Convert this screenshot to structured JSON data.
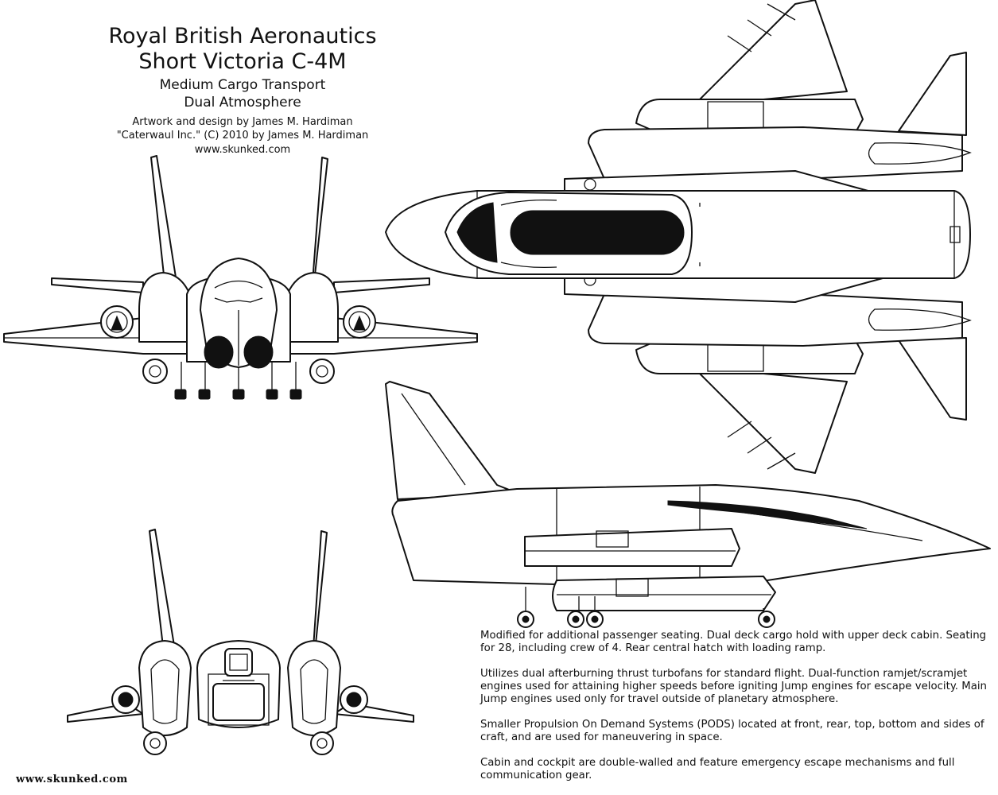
{
  "header": {
    "title_line1": "Royal British Aeronautics",
    "title_line2": "Short Victoria C-4M",
    "subtitle_line1": "Medium Cargo Transport",
    "subtitle_line2": "Dual Atmosphere",
    "credit_line1": "Artwork and design by James M. Hardiman",
    "credit_line2": "\"Caterwaul Inc.\" (C) 2010 by James M. Hardiman",
    "credit_line3": "www.skunked.com"
  },
  "notes": [
    "Modified for additional passenger seating.  Dual deck cargo hold with upper deck cabin. Seating for 28, including crew of 4.  Rear central hatch with loading ramp.",
    "Utilizes dual afterburning thrust turbofans for standard flight.  Dual-function ramjet/scramjet engines used for attaining higher speeds before igniting Jump engines for escape velocity. Main Jump engines used only for travel outside of planetary atmosphere.",
    "Smaller Propulsion On Demand Systems (PODS) located at front, rear, top, bottom and sides of craft, and are used for maneuvering in space.",
    "Cabin and cockpit are double-walled and feature emergency escape mechanisms and full communication gear."
  ],
  "footer": {
    "url": "www.skunked.com"
  },
  "colors": {
    "ink": "#111111",
    "paper": "#ffffff"
  }
}
